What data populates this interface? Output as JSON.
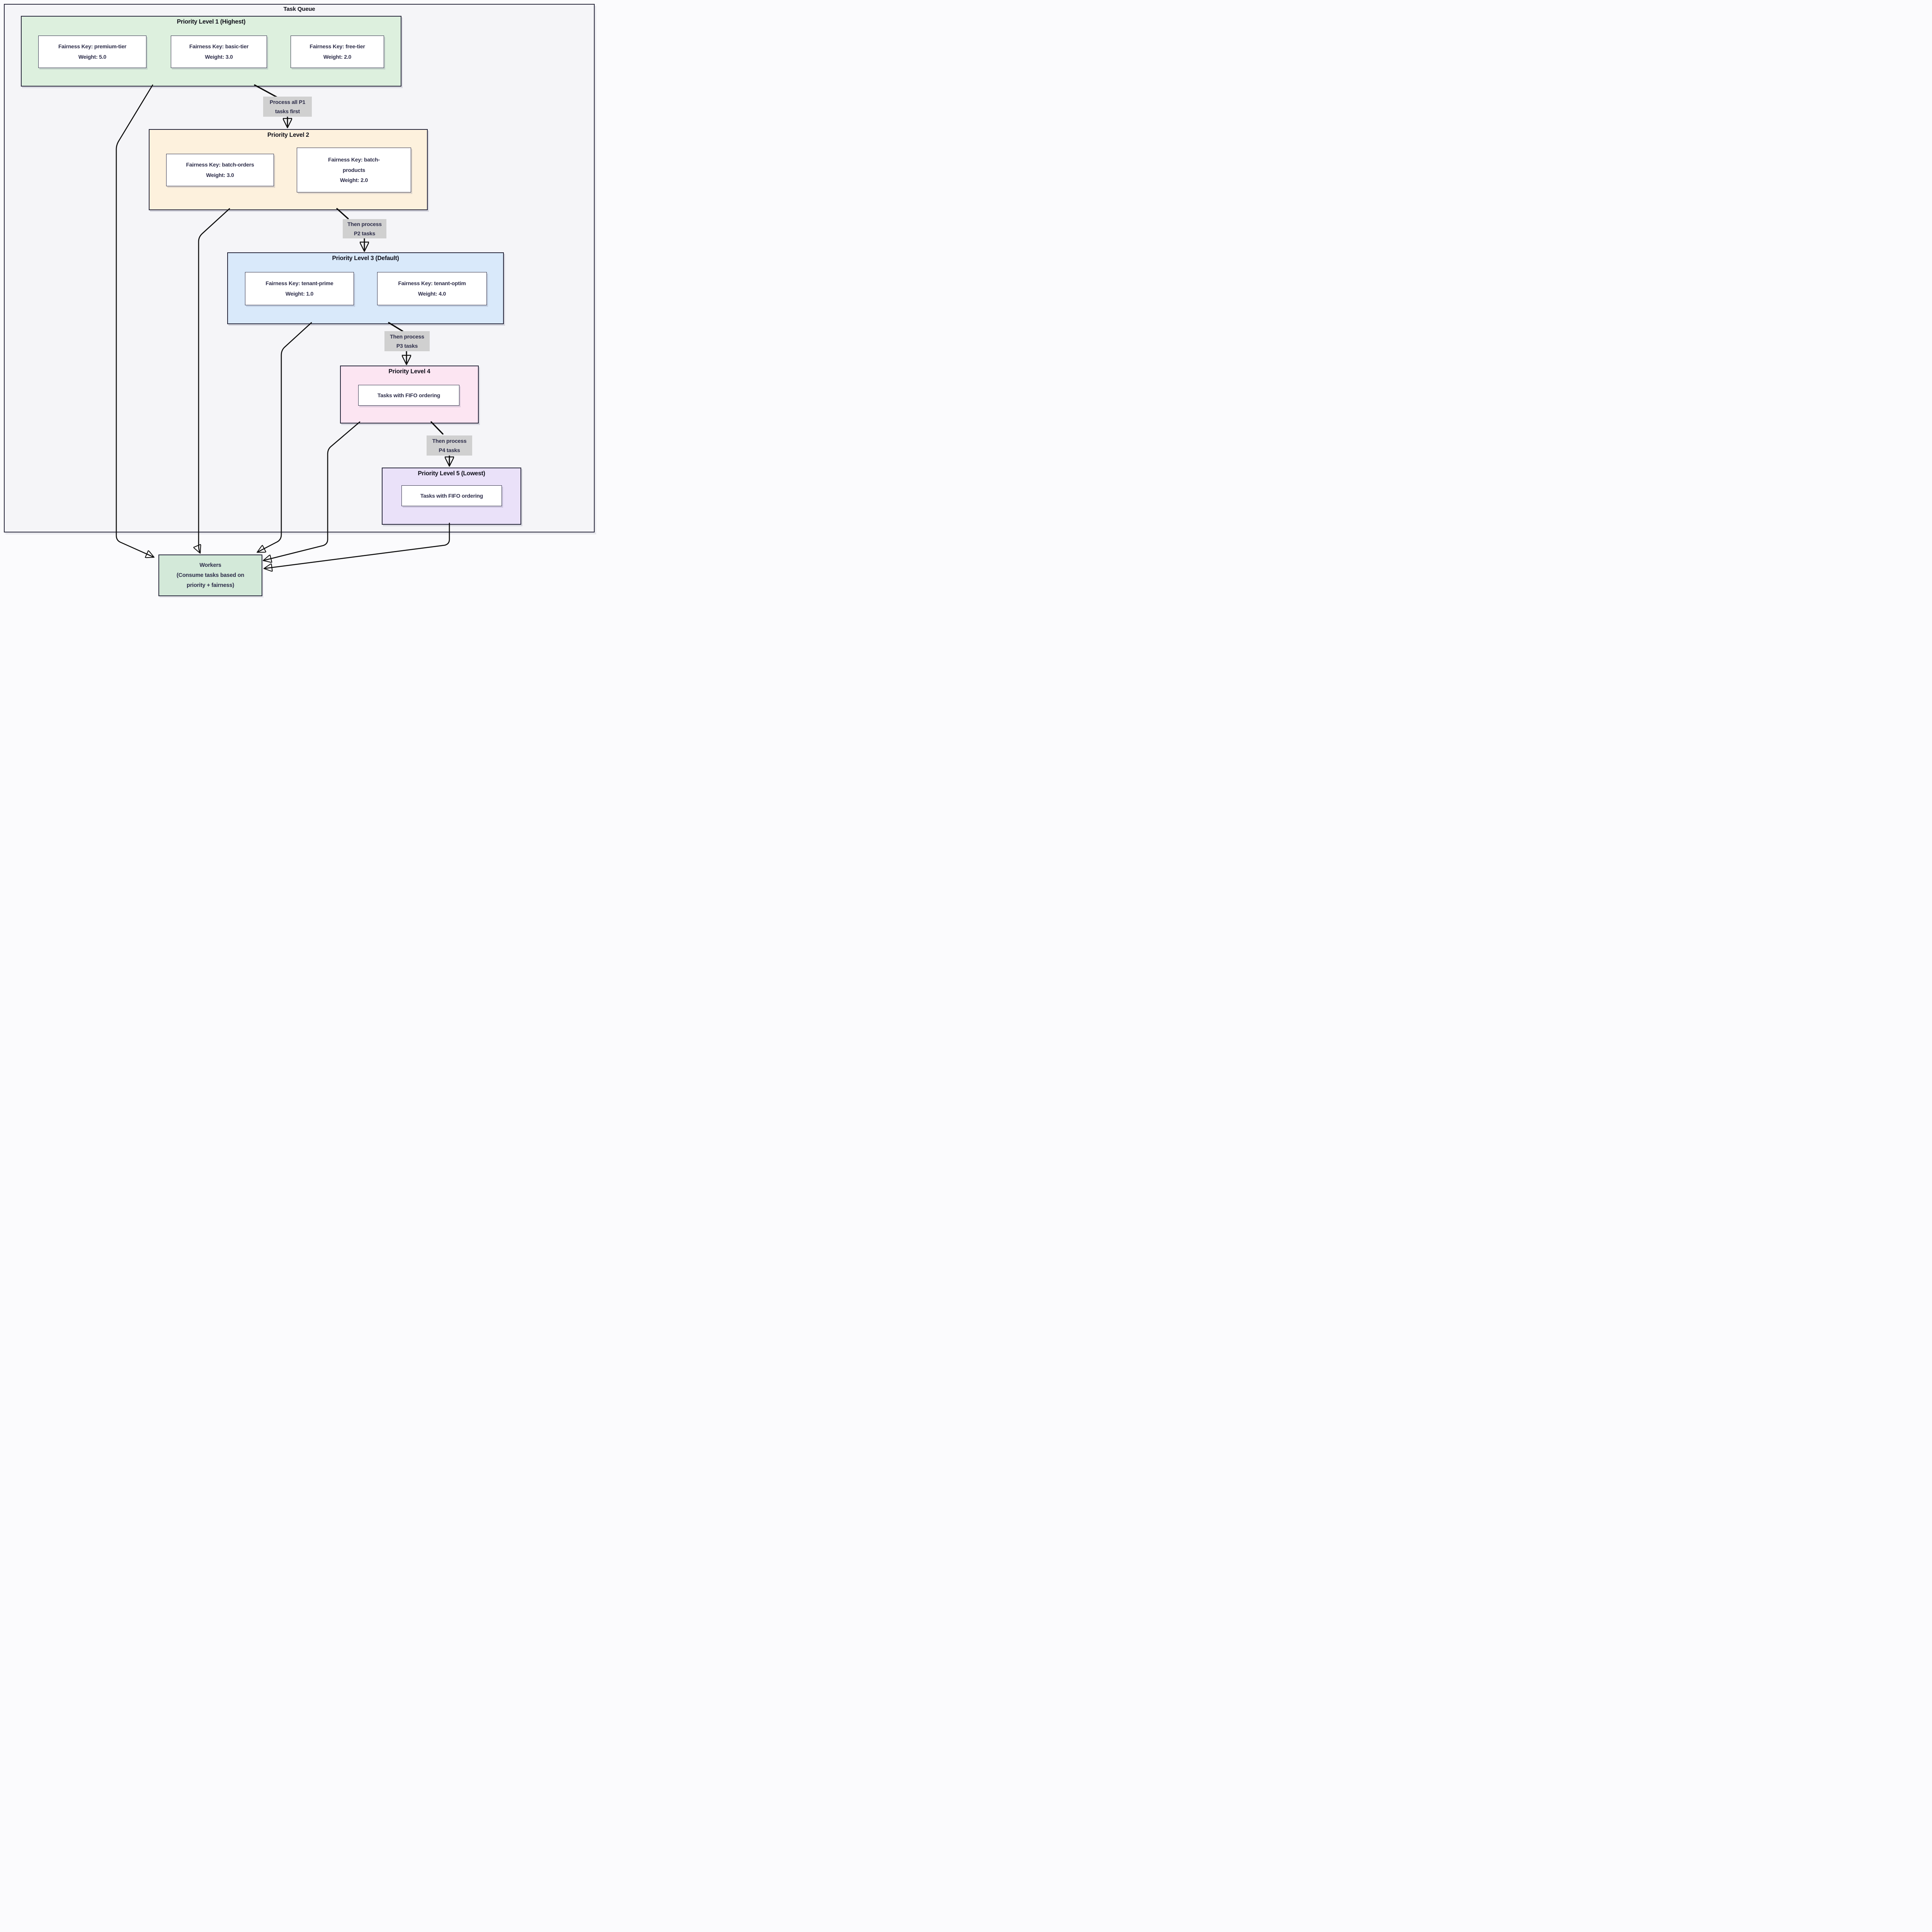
{
  "title": "Task Queue",
  "colors": {
    "page_background": "#fbfbfd",
    "container_fill": "#f5f5f8",
    "border": "#26263a",
    "edge": "#0c0c0c",
    "edge_label_background": "#d0d0d0",
    "text": "#2d2d49",
    "title_text": "#0e0e18",
    "level1_fill": "#ddf0de",
    "level2_fill": "#fdf1dd",
    "level3_fill": "#d9e9fa",
    "level4_fill": "#fce5f2",
    "level5_fill": "#eae1f9",
    "workers_fill": "#d3e9d9",
    "card_fill": "#ffffff"
  },
  "levels": {
    "p1": {
      "title": "Priority Level 1 (Highest)",
      "items": [
        {
          "key": "Fairness Key: premium-tier",
          "weight": "Weight: 5.0"
        },
        {
          "key": "Fairness Key: basic-tier",
          "weight": "Weight: 3.0"
        },
        {
          "key": "Fairness Key: free-tier",
          "weight": "Weight: 2.0"
        }
      ]
    },
    "p2": {
      "title": "Priority Level 2",
      "items": [
        {
          "key": "Fairness Key: batch-orders",
          "weight": "Weight: 3.0"
        },
        {
          "key": "Fairness Key: batch-\nproducts",
          "weight": "Weight: 2.0"
        }
      ]
    },
    "p3": {
      "title": "Priority Level 3 (Default)",
      "items": [
        {
          "key": "Fairness Key: tenant-prime",
          "weight": "Weight: 1.0"
        },
        {
          "key": "Fairness Key: tenant-optim",
          "weight": "Weight: 4.0"
        }
      ]
    },
    "p4": {
      "title": "Priority Level 4",
      "items": [
        {
          "key": "Tasks with FIFO ordering"
        }
      ]
    },
    "p5": {
      "title": "Priority Level 5 (Lowest)",
      "items": [
        {
          "key": "Tasks with FIFO ordering"
        }
      ]
    }
  },
  "edge_labels": {
    "e1": "Process all P1\ntasks first",
    "e2": "Then process\nP2 tasks",
    "e3": "Then process\nP3 tasks",
    "e4": "Then process\nP4 tasks"
  },
  "workers": {
    "label": "Workers\n(Consume tasks based on\npriority + fairness)"
  }
}
